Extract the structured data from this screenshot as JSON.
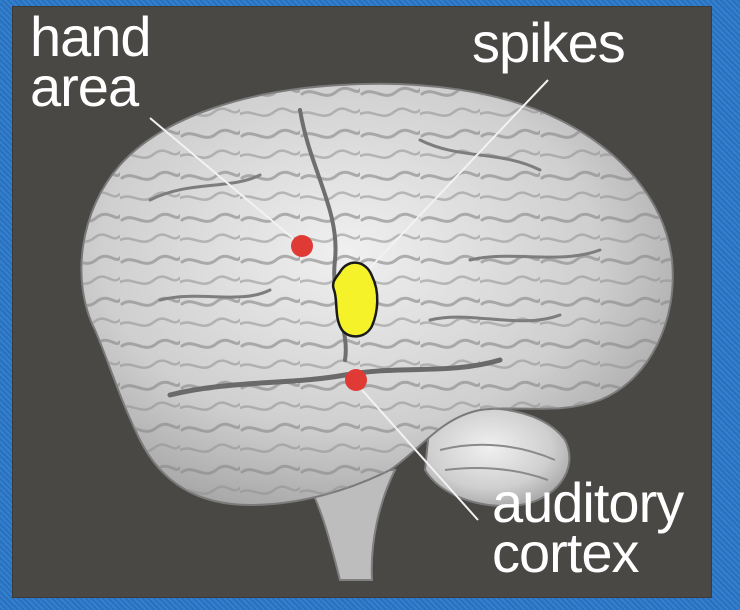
{
  "labels": {
    "hand_area": [
      "hand",
      "area"
    ],
    "spikes": [
      "spikes"
    ],
    "auditory_cortex": [
      "auditory",
      "cortex"
    ]
  },
  "colors": {
    "background_frame": "#2e77c4",
    "panel": "#4a4845",
    "brain": "#d7d7d7",
    "marker_red": "#e03a35",
    "spike_region": "#f5f22a",
    "text": "#ffffff"
  }
}
